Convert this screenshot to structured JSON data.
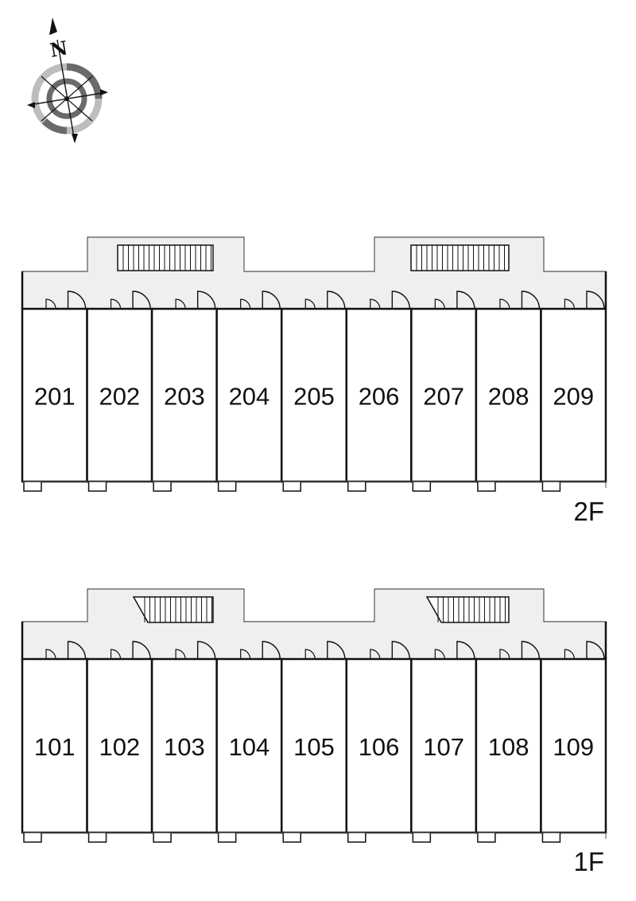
{
  "compass": {
    "north_label": "N",
    "icon": "compass-rose-icon"
  },
  "floors": [
    {
      "id": "2F",
      "label": "2F",
      "units": [
        "201",
        "202",
        "203",
        "204",
        "205",
        "206",
        "207",
        "208",
        "209"
      ]
    },
    {
      "id": "1F",
      "label": "1F",
      "units": [
        "101",
        "102",
        "103",
        "104",
        "105",
        "106",
        "107",
        "108",
        "109"
      ]
    }
  ],
  "colors": {
    "corridor_fill": "#efefef",
    "wall": "#111111",
    "thin_line": "#555555",
    "compass_light": "#bdbdbd",
    "compass_dark": "#6a6a6a"
  }
}
